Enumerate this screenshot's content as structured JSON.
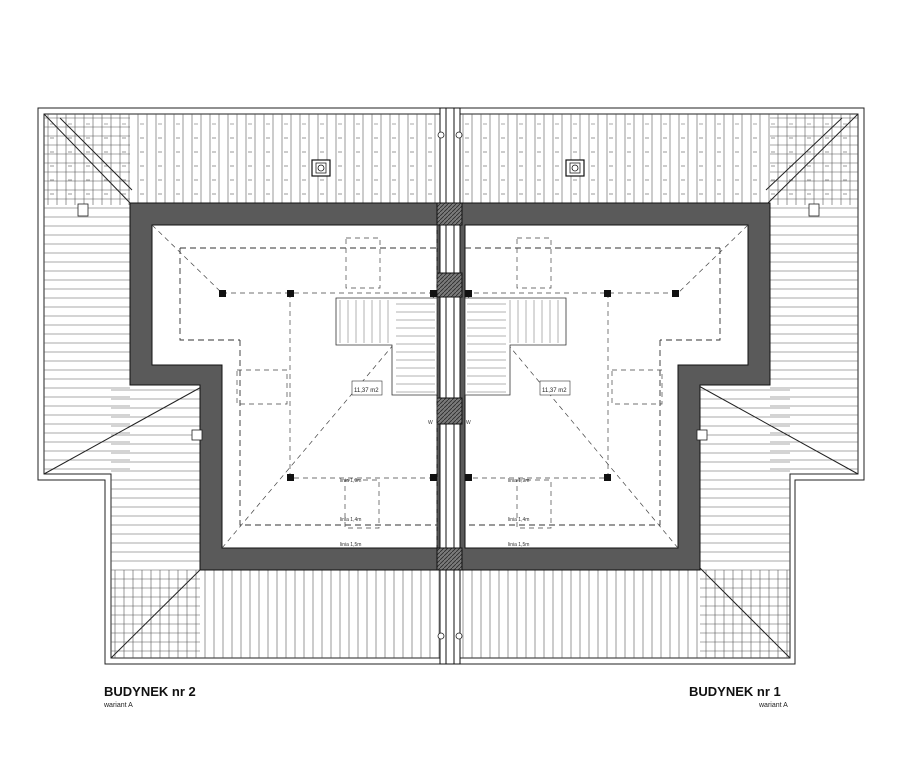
{
  "buildings": [
    {
      "title": "BUDYNEK nr 2",
      "variant": "wariant A"
    },
    {
      "title": "BUDYNEK nr 1",
      "variant": "wariant A"
    }
  ],
  "height_lines": {
    "line_1": "linia 1,9m",
    "line_2": "linia 1,4m",
    "line_3": "linia 1,5m"
  },
  "room_areas": {
    "left": "11,37 m2",
    "right": "11,37 m2"
  },
  "marks": {
    "wall_left": "W",
    "wall_right": "W"
  }
}
